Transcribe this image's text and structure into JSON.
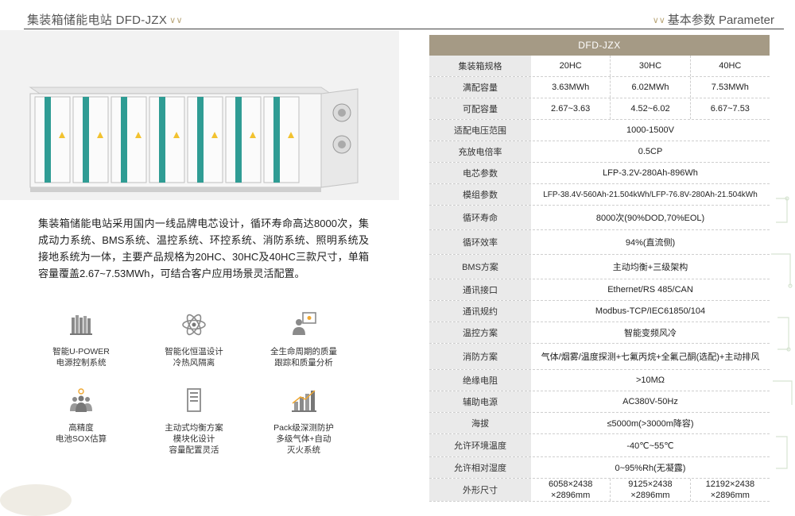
{
  "header": {
    "left_title": "集装箱储能电站 DFD-JZX",
    "right_title": "基本参数 Parameter"
  },
  "description": "集装箱储能电站采用国内一线品牌电芯设计，循环寿命高达8000次，集成动力系统、BMS系统、温控系统、环控系统、消防系统、照明系统及接地系统为一体，主要产品规格为20HC、30HC及40HC三款尺寸，单箱容量覆盖2.67~7.53MWh，可结合客户应用场景灵活配置。",
  "features": [
    {
      "icon": "books-icon",
      "line1": "智能U-POWER",
      "line2": "电源控制系统"
    },
    {
      "icon": "atom-icon",
      "line1": "智能化恒温设计",
      "line2": "冷热风隔离"
    },
    {
      "icon": "presenter-icon",
      "line1": "全生命周期的质量",
      "line2": "跟踪和质量分析"
    },
    {
      "icon": "team-icon",
      "line1": "高精度",
      "line2": "电池SOX估算"
    },
    {
      "icon": "document-icon",
      "line1": "主动式均衡方案",
      "line2": "模块化设计",
      "line3": "容量配置灵活"
    },
    {
      "icon": "bar-chart-icon",
      "line1": "Pack级深测防护",
      "line2": "多级气体+自动",
      "line3": "灭火系统"
    }
  ],
  "table": {
    "title": "DFD-JZX",
    "rows": [
      {
        "label": "集装箱规格",
        "cells": [
          "20HC",
          "30HC",
          "40HC"
        ]
      },
      {
        "label": "满配容量",
        "cells": [
          "3.63MWh",
          "6.02MWh",
          "7.53MWh"
        ]
      },
      {
        "label": "可配容量",
        "cells": [
          "2.67~3.63",
          "4.52~6.02",
          "6.67~7.53"
        ]
      },
      {
        "label": "适配电压范围",
        "value": "1000-1500V"
      },
      {
        "label": "充放电倍率",
        "value": "0.5CP"
      },
      {
        "label": "电芯参数",
        "value": "LFP-3.2V-280Ah-896Wh"
      },
      {
        "label": "模组参数",
        "value": "LFP-38.4V-560Ah-21.504kWh/LFP-76.8V-280Ah-21.504kWh"
      },
      {
        "label": "循环寿命",
        "value": "8000次(90%DOD,70%EOL)"
      },
      {
        "label": "循环效率",
        "value": "94%(直流侧)"
      },
      {
        "label": "BMS方案",
        "value": "主动均衡+三级架构"
      },
      {
        "label": "通讯接口",
        "value": "Ethernet/RS 485/CAN"
      },
      {
        "label": "通讯规约",
        "value": "Modbus-TCP/IEC61850/104"
      },
      {
        "label": "温控方案",
        "value": "智能变频风冷"
      },
      {
        "label": "消防方案",
        "value": "气体/烟雾/温度探测+七氟丙烷+全氟己酮(选配)+主动排风"
      },
      {
        "label": "绝缘电阻",
        "value": ">10MΩ"
      },
      {
        "label": "辅助电源",
        "value": "AC380V-50Hz"
      },
      {
        "label": "海拔",
        "value": "≤5000m(>3000m降容)"
      },
      {
        "label": "允许环境温度",
        "value": "-40℃~55℃"
      },
      {
        "label": "允许相对湿度",
        "value": "0~95%Rh(无凝露)"
      },
      {
        "label": "外形尺寸",
        "cells": [
          "6058×2438\n×2896mm",
          "9125×2438\n×2896mm",
          "12192×2438\n×2896mm"
        ]
      }
    ]
  },
  "colors": {
    "accent_gold": "#b9a679",
    "table_header": "#a59a85",
    "container_teal": "#2f9c94"
  }
}
